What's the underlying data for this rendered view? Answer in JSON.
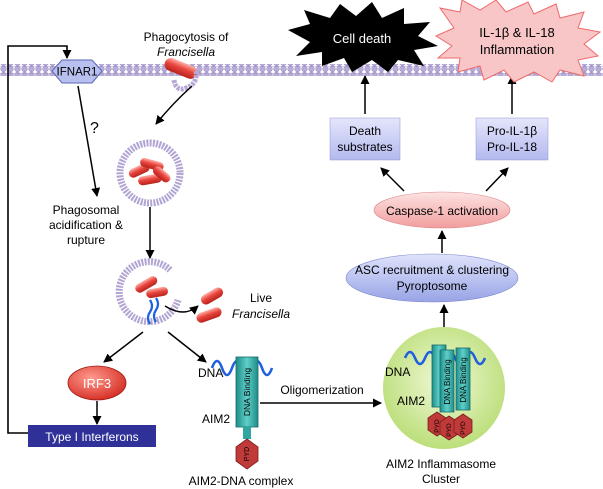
{
  "labels": {
    "ifnar1": "IFNAR1",
    "phago_line1": "Phagocytosis of",
    "phago_line2": "Francisella",
    "question": "?",
    "acid_line1": "Phagosomal",
    "acid_line2": "acidification &",
    "acid_line3": "rupture",
    "live_line1": "Live",
    "live_line2": "Francisella",
    "irf3": "IRF3",
    "type1": "Type I Interferons",
    "dna_left": "DNA",
    "aim2_left": "AIM2",
    "dna_binding": "DNA Binding",
    "pyd": "PYD",
    "complex": "AIM2-DNA complex",
    "oligomerization": "Oligomerization",
    "dna_right": "DNA",
    "aim2_right": "AIM2",
    "inflammasome_line1": "AIM2 Inflammasome",
    "inflammasome_line2": "Cluster",
    "asc_line1": "ASC recruitment & clustering",
    "asc_line2": "Pyroptosome",
    "caspase": "Caspase-1 activation",
    "death_sub_line1": "Death",
    "death_sub_line2": "substrates",
    "pro_line1": "Pro-IL-1β",
    "pro_line2": "Pro-IL-18",
    "cell_death": "Cell death",
    "il_line1": "IL-1β & IL-18",
    "il_line2": "Inflammation"
  },
  "colors": {
    "membrane": "#b7a9d6",
    "bacteria": "#e8463f",
    "dna": "#1f5fe0",
    "irf3": "#e23a2e",
    "type1_box": "#2f3199",
    "aim2_body": "#2fa6a0",
    "pyd": "#c03a3a",
    "inflammasome_bg": "#cfe89a",
    "asc_ellipse": "#b9c2ef",
    "caspase_ellipse": "#f6c4c4",
    "sub_box": "#c9cdf3",
    "il_star": "#f8c6c6"
  }
}
